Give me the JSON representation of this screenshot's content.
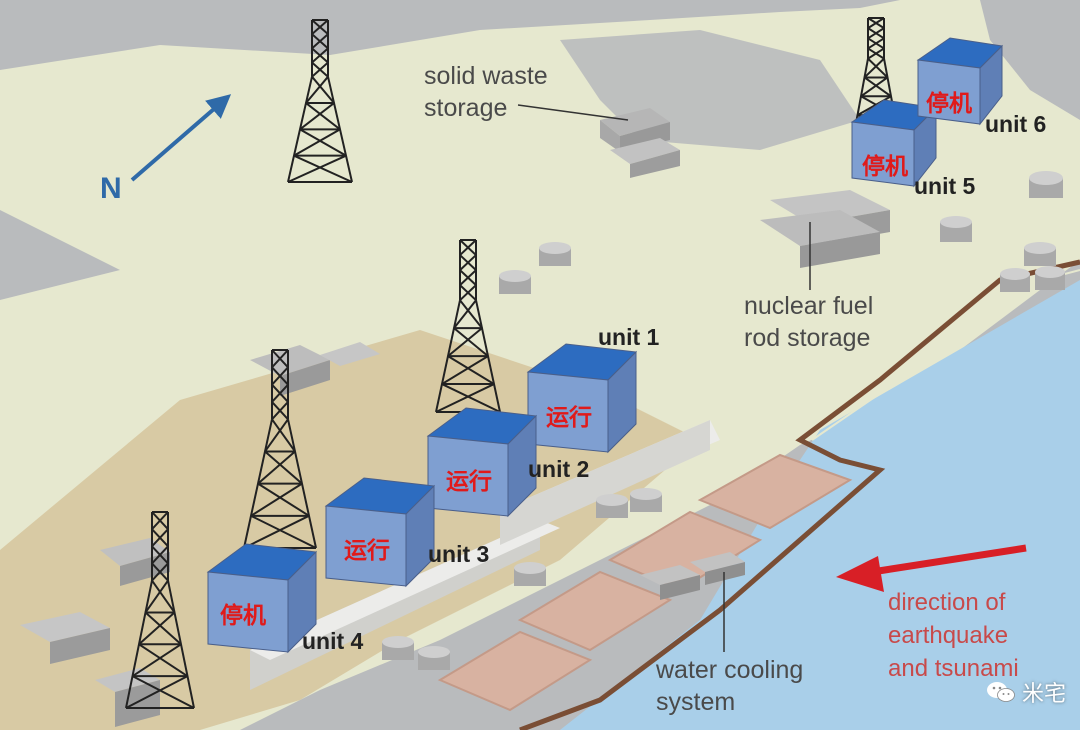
{
  "labels": {
    "north": "N",
    "solid_waste": [
      "solid waste",
      "storage"
    ],
    "nuclear_fuel": [
      "nuclear fuel",
      "rod storage"
    ],
    "water_cooling": [
      "water cooling",
      "system"
    ],
    "direction": [
      "direction of",
      "earthquake",
      "and tsunami"
    ]
  },
  "units": [
    {
      "label": "unit 1",
      "status": "运行"
    },
    {
      "label": "unit 2",
      "status": "运行"
    },
    {
      "label": "unit 3",
      "status": "运行"
    },
    {
      "label": "unit 4",
      "status": "停机"
    },
    {
      "label": "unit 5",
      "status": "停机"
    },
    {
      "label": "unit 6",
      "status": "停机"
    }
  ],
  "watermark": "米宅",
  "colors": {
    "background": "#b9bbbd",
    "land": "#e6e8cf",
    "site": "#d8caa4",
    "sea": "#a9cfe9",
    "reactor_top": "#2d6cc0",
    "reactor_side": "#7f9fd1",
    "status_text": "#e01a1a",
    "arrow_red": "#d81f26",
    "north_arrow": "#2f6aa8"
  }
}
